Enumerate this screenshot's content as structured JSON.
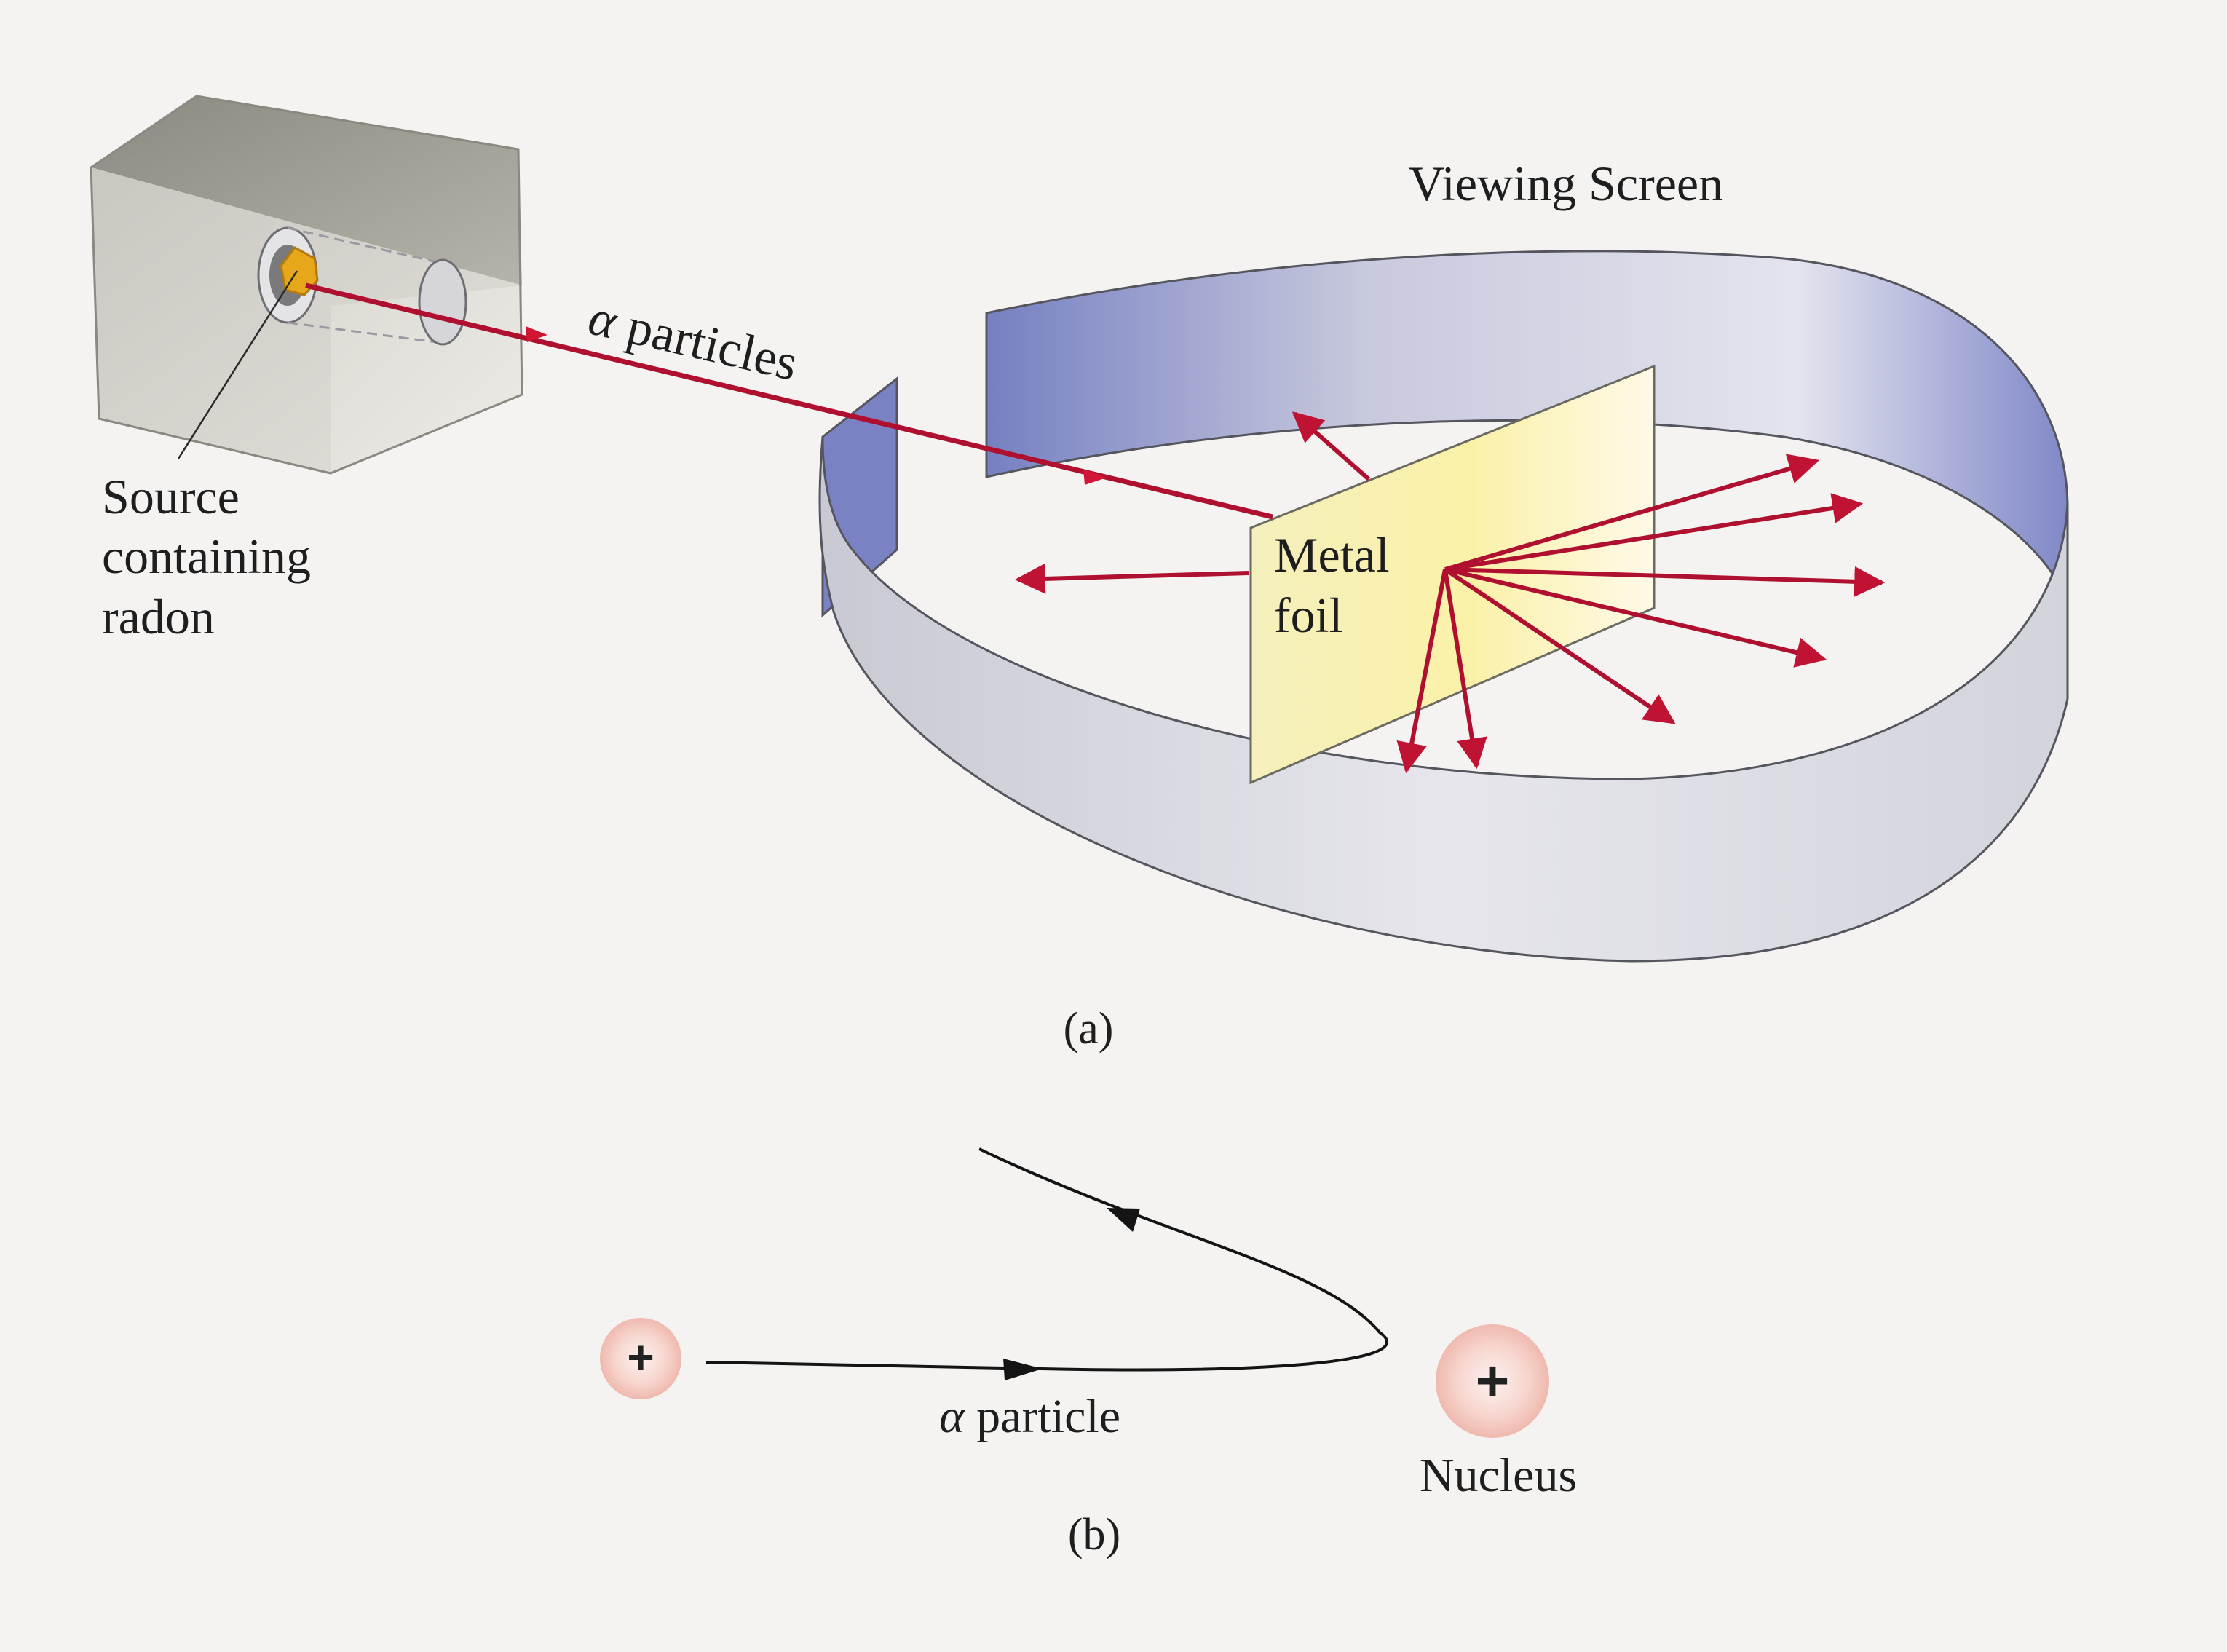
{
  "figure_a": {
    "source_label": [
      "Source",
      "containing",
      "radon"
    ],
    "beam_label_symbol": "α",
    "beam_label_text": " particles",
    "screen_label": "Viewing Screen",
    "foil_label": [
      "Metal",
      "foil"
    ],
    "caption": "(a)"
  },
  "figure_b": {
    "particle_label_symbol": "α",
    "particle_label_text": " particle",
    "alpha_charge": "+",
    "nucleus_charge": "+",
    "nucleus_label": "Nucleus",
    "caption": "(b)"
  },
  "colors": {
    "beam": "#b01030",
    "arrow_head": "#d01535",
    "screen_outer": "#dcdce4",
    "screen_inner": "#7e86c4",
    "foil": "#f7efb0",
    "source_glow": "#e6a81a",
    "charge_fill": "#f6cfc8"
  }
}
